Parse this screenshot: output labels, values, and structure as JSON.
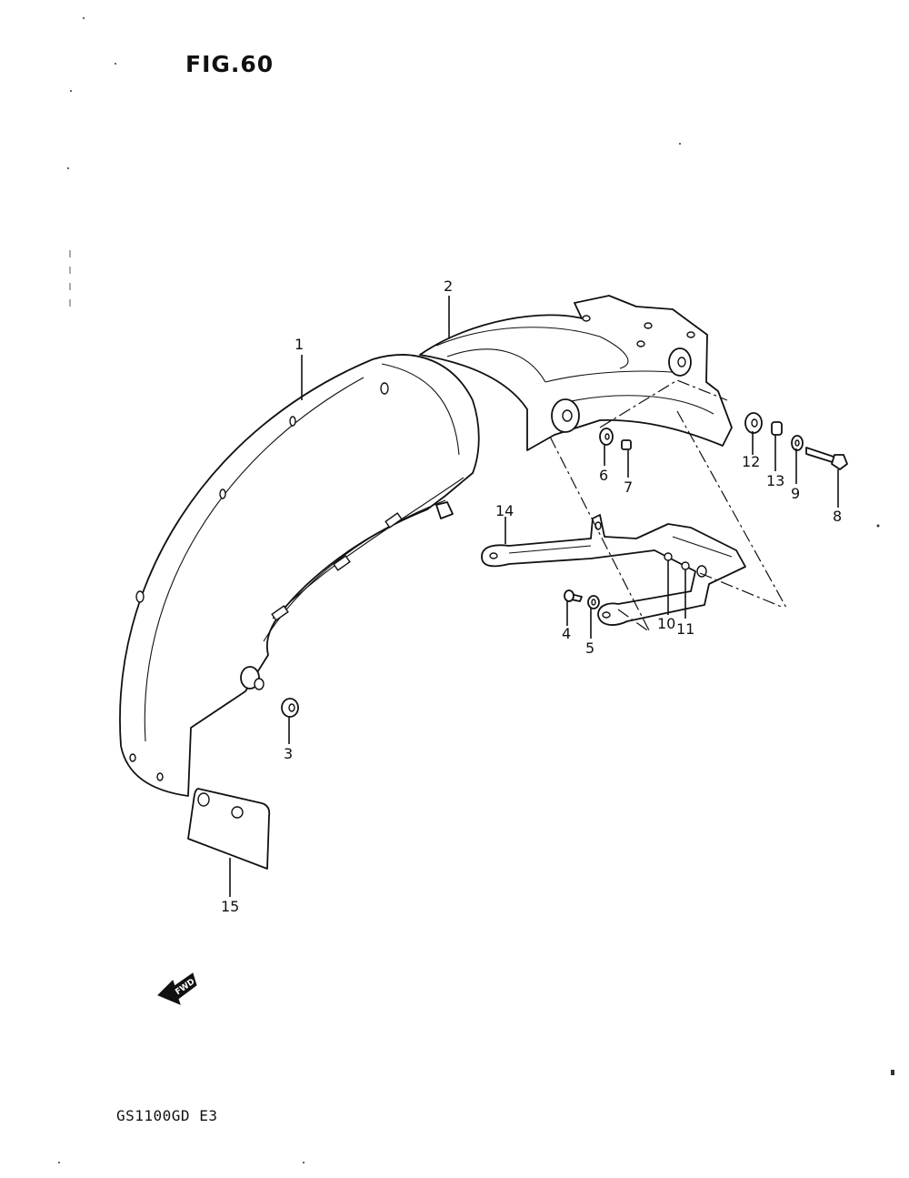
{
  "figure_title": "FIG.60",
  "model_code": "GS1100GD E3",
  "fwd_badge": "FWD",
  "part_numbers": [
    "1",
    "2",
    "3",
    "4",
    "5",
    "6",
    "7",
    "8",
    "9",
    "10",
    "11",
    "12",
    "13",
    "14",
    "15"
  ]
}
